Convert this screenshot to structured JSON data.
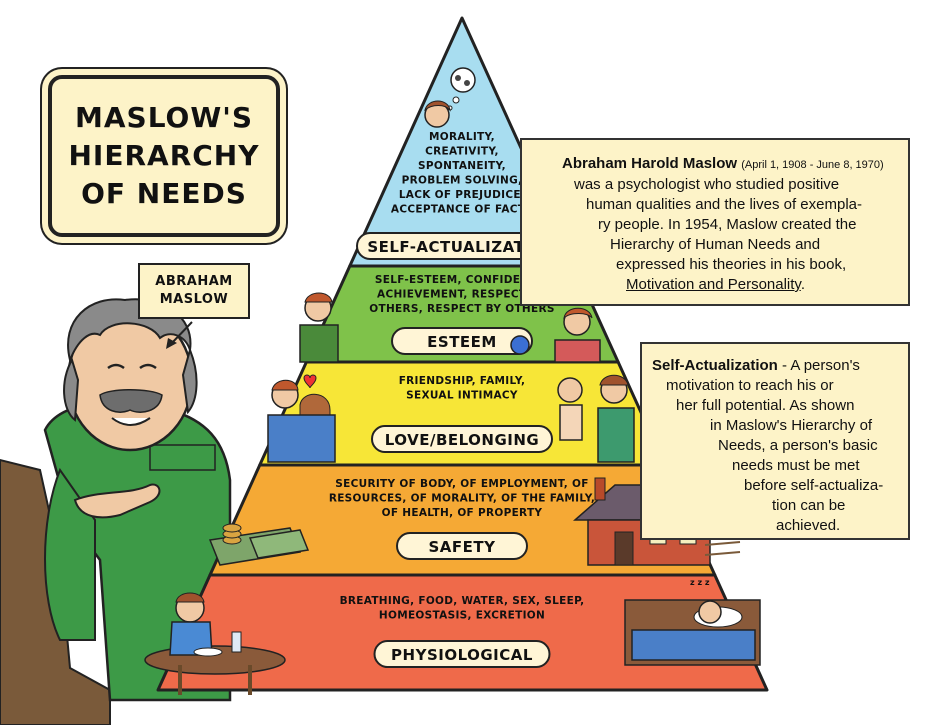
{
  "title": {
    "line1": "MASLOW'S",
    "line2": "HIERARCHY",
    "line3": "OF NEEDS"
  },
  "maslow_label": {
    "line1": "ABRAHAM",
    "line2": "MASLOW"
  },
  "colors": {
    "self_actualization": "#a8ddf0",
    "esteem": "#7fc24a",
    "love_belonging": "#f7e637",
    "safety": "#f5a935",
    "physiological": "#ef6a4a",
    "box_fill": "#fdf3c8",
    "label_fill": "#fff5d6"
  },
  "tiers": [
    {
      "key": "self_actualization",
      "label": "SELF-ACTUALIZATION",
      "items": [
        "MORALITY,",
        "CREATIVITY,",
        "SPONTANEITY,",
        "PROBLEM SOLVING,",
        "LACK OF PREJUDICE,",
        "ACCEPTANCE OF FACTS"
      ]
    },
    {
      "key": "esteem",
      "label": "ESTEEM",
      "items": [
        "SELF-ESTEEM, CONFIDENCE,",
        "ACHIEVEMENT, RESPECT OF",
        "OTHERS, RESPECT BY OTHERS"
      ]
    },
    {
      "key": "love_belonging",
      "label": "LOVE/BELONGING",
      "items": [
        "FRIENDSHIP, FAMILY,",
        "SEXUAL INTIMACY"
      ]
    },
    {
      "key": "safety",
      "label": "SAFETY",
      "items": [
        "SECURITY OF BODY, OF EMPLOYMENT, OF",
        "RESOURCES, OF MORALITY, OF THE FAMILY,",
        "OF HEALTH, OF PROPERTY"
      ]
    },
    {
      "key": "physiological",
      "label": "PHYSIOLOGICAL",
      "items": [
        "BREATHING, FOOD, WATER, SEX, SLEEP,",
        "HOMEOSTASIS, EXCRETION"
      ]
    }
  ],
  "bio": {
    "name": "Abraham Harold Maslow",
    "dates": "(April 1, 1908 - June 8, 1970)",
    "line1": "was a psychologist who studied positive",
    "line2": "human qualities and the lives of exempla-",
    "line3": "ry people. In 1954, Maslow created the",
    "line4": "Hierarchy of Human Needs and",
    "line5": "expressed his theories in his book,",
    "book": "Motivation and Personality",
    "book_end": "."
  },
  "definition": {
    "term": "Self-Actualization",
    "line1": " - A person's",
    "line2": "motivation to reach his or",
    "line3": "her full potential. As shown",
    "line4": "in Maslow's Hierarchy of",
    "line5": "Needs, a person's basic",
    "line6": "needs must be met",
    "line7": "before self-actualiza-",
    "line8": "tion can be",
    "line9": "achieved."
  }
}
